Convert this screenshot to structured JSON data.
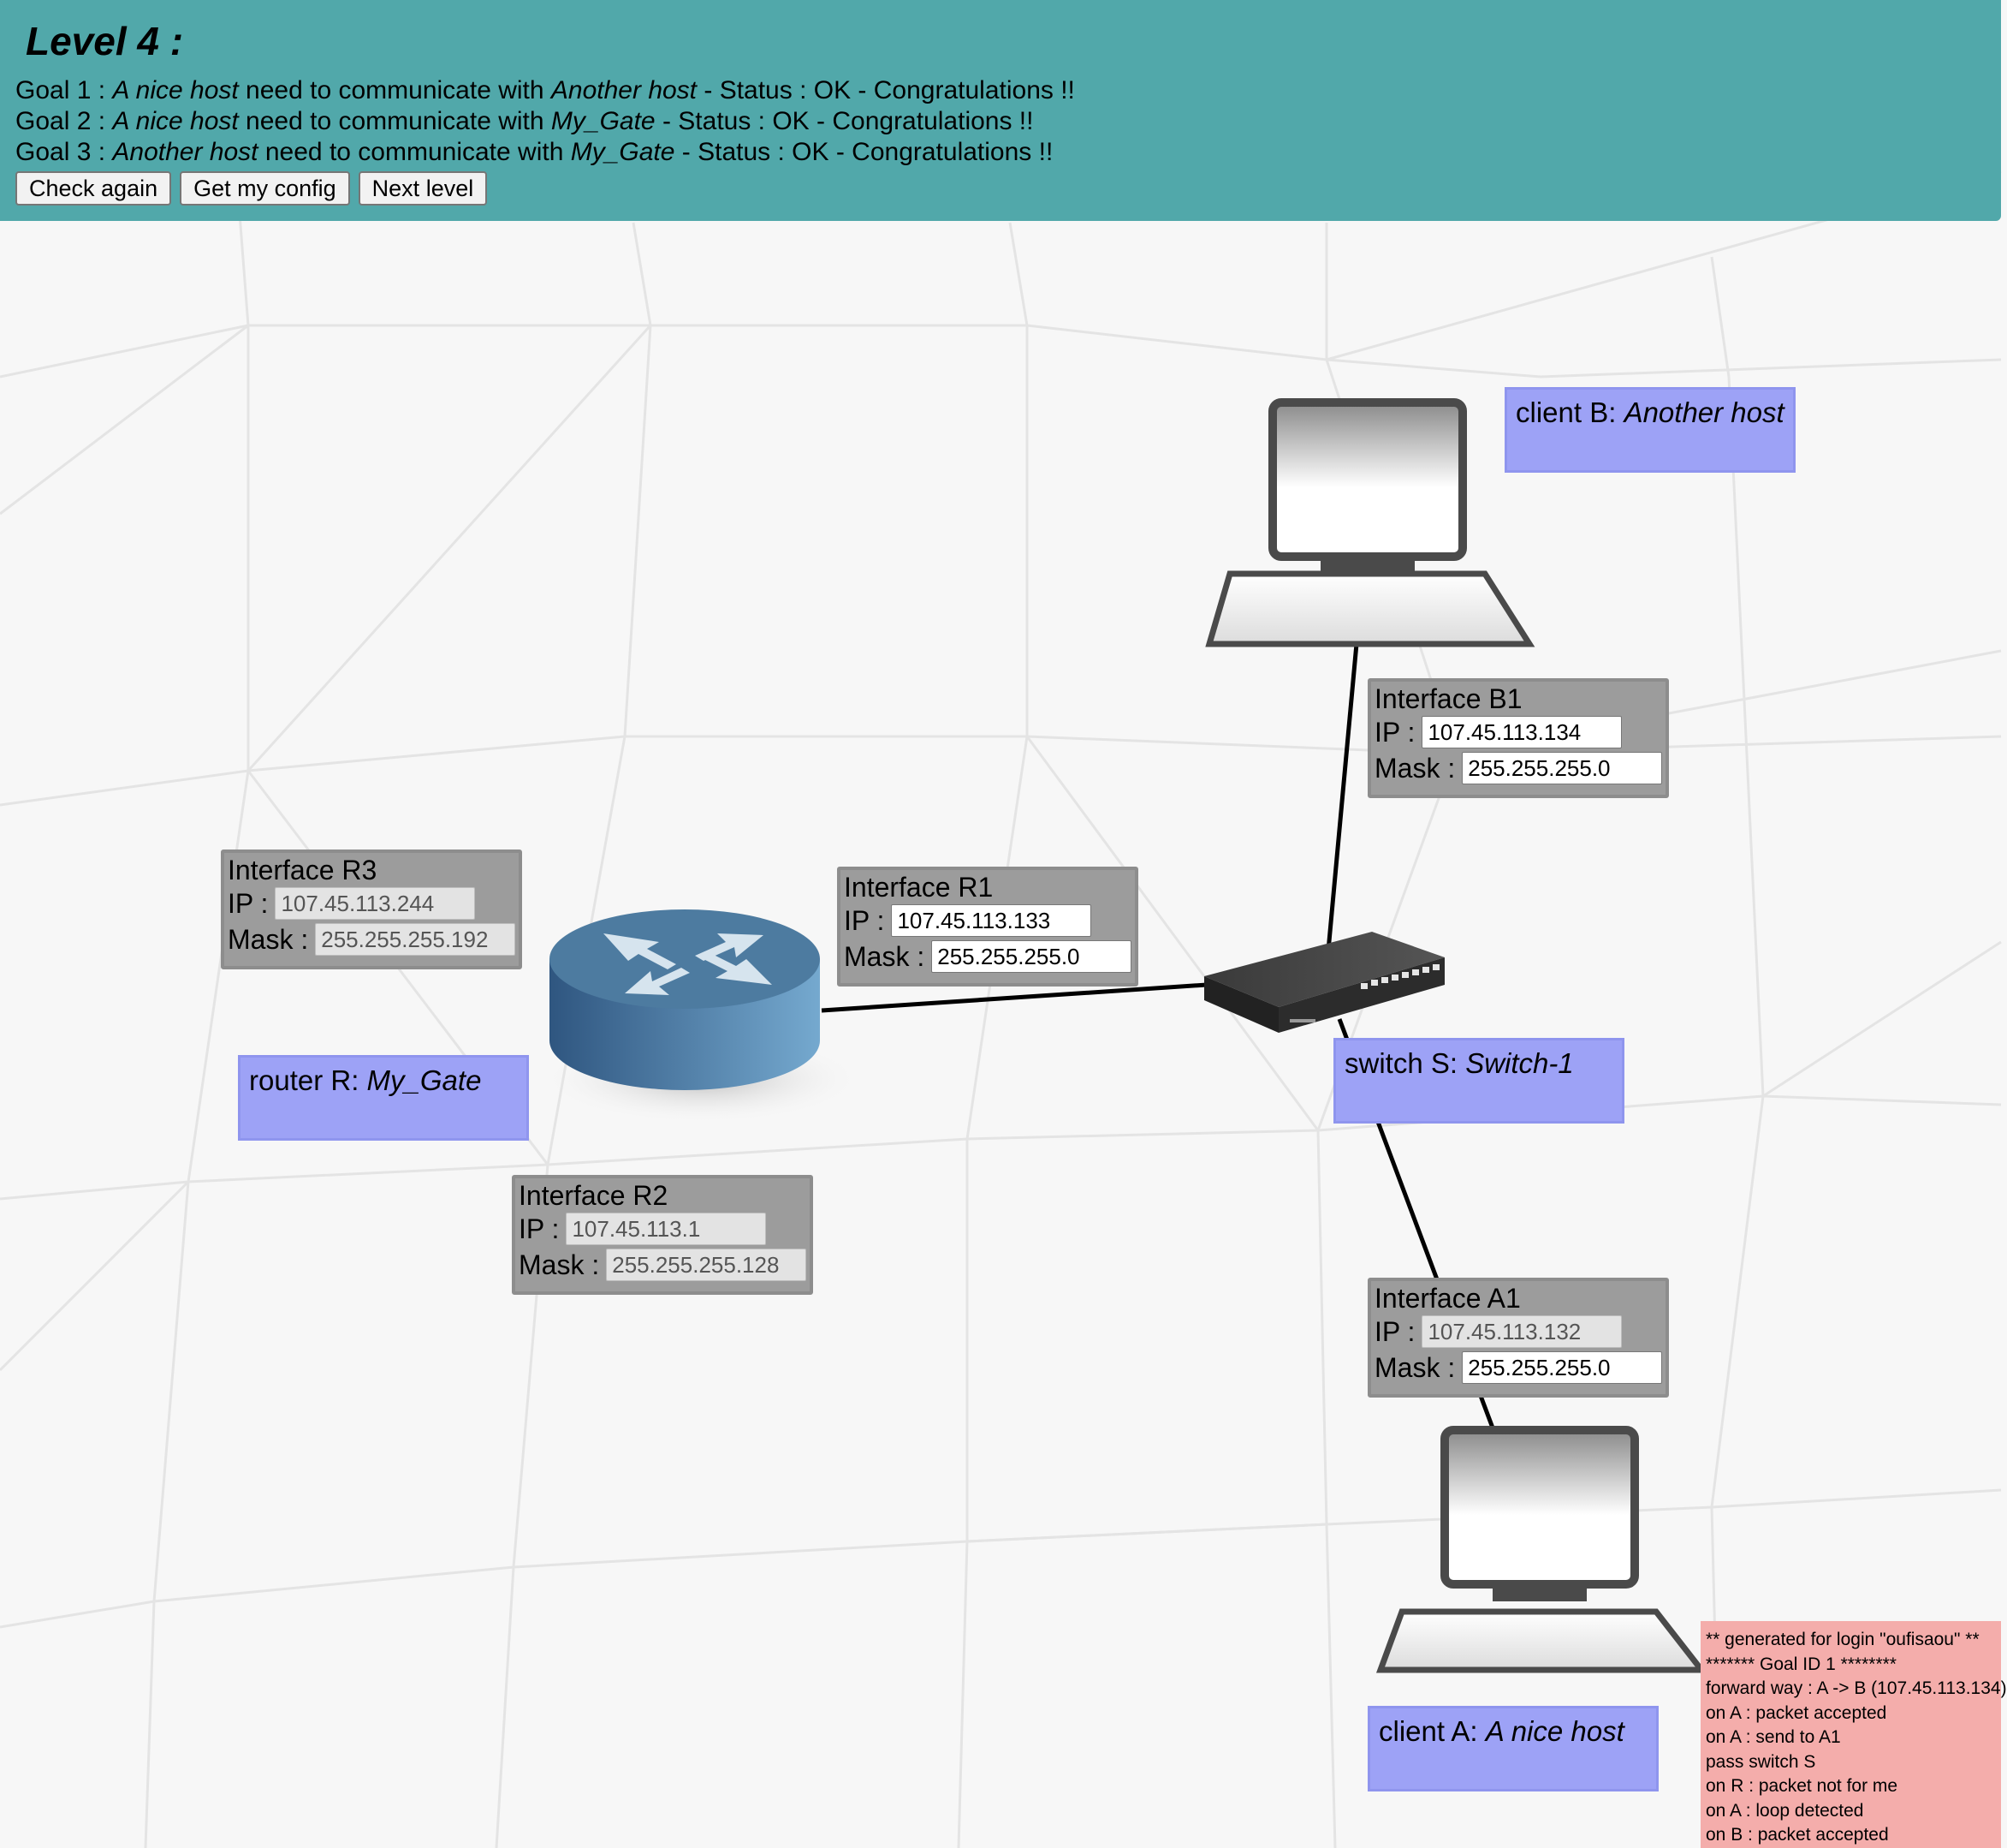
{
  "header": {
    "level_title": "Level 4 :",
    "goals": [
      {
        "prefix": "Goal 1 : ",
        "a": "A nice host",
        "mid": " need to communicate with ",
        "b": "Another host",
        "suffix": " - Status : OK - Congratulations !!"
      },
      {
        "prefix": "Goal 2 : ",
        "a": "A nice host",
        "mid": " need to communicate with ",
        "b": "My_Gate",
        "suffix": " - Status : OK - Congratulations !!"
      },
      {
        "prefix": "Goal 3 : ",
        "a": "Another host",
        "mid": " need to communicate with ",
        "b": "My_Gate",
        "suffix": " - Status : OK - Congratulations !!"
      }
    ],
    "buttons": {
      "check": "Check again",
      "config": "Get my config",
      "next": "Next level"
    }
  },
  "devices": {
    "client_b": {
      "prefix": "client B: ",
      "name": "Another host"
    },
    "client_a": {
      "prefix": "client A: ",
      "name": "A nice host"
    },
    "router": {
      "prefix": "router R: ",
      "name": "My_Gate"
    },
    "switch": {
      "prefix": "switch S: ",
      "name": "Switch-1"
    }
  },
  "labels": {
    "ip": "IP :",
    "mask": "Mask :"
  },
  "interfaces": {
    "b1": {
      "title": "Interface B1",
      "ip": "107.45.113.134",
      "mask": "255.255.255.0"
    },
    "r3": {
      "title": "Interface R3",
      "ip": "107.45.113.244",
      "mask": "255.255.255.192"
    },
    "r1": {
      "title": "Interface R1",
      "ip": "107.45.113.133",
      "mask": "255.255.255.0"
    },
    "r2": {
      "title": "Interface R2",
      "ip": "107.45.113.1",
      "mask": "255.255.255.128"
    },
    "a1": {
      "title": "Interface A1",
      "ip": "107.45.113.132",
      "mask": "255.255.255.0"
    }
  },
  "log": [
    "** generated for login \"oufisaou\" **",
    "******* Goal ID 1 ********",
    "forward way : A -> B (107.45.113.134)",
    "on A : packet accepted",
    "on A : send to A1",
    "pass switch S",
    "on R : packet not for me",
    "on A : loop detected",
    "on B : packet accepted"
  ],
  "colors": {
    "header": "#51a8aa",
    "device_label": "#9da2f6",
    "interface_box": "#9c9c9c",
    "log_panel": "#f4adab",
    "router": "#4d7ba0"
  }
}
